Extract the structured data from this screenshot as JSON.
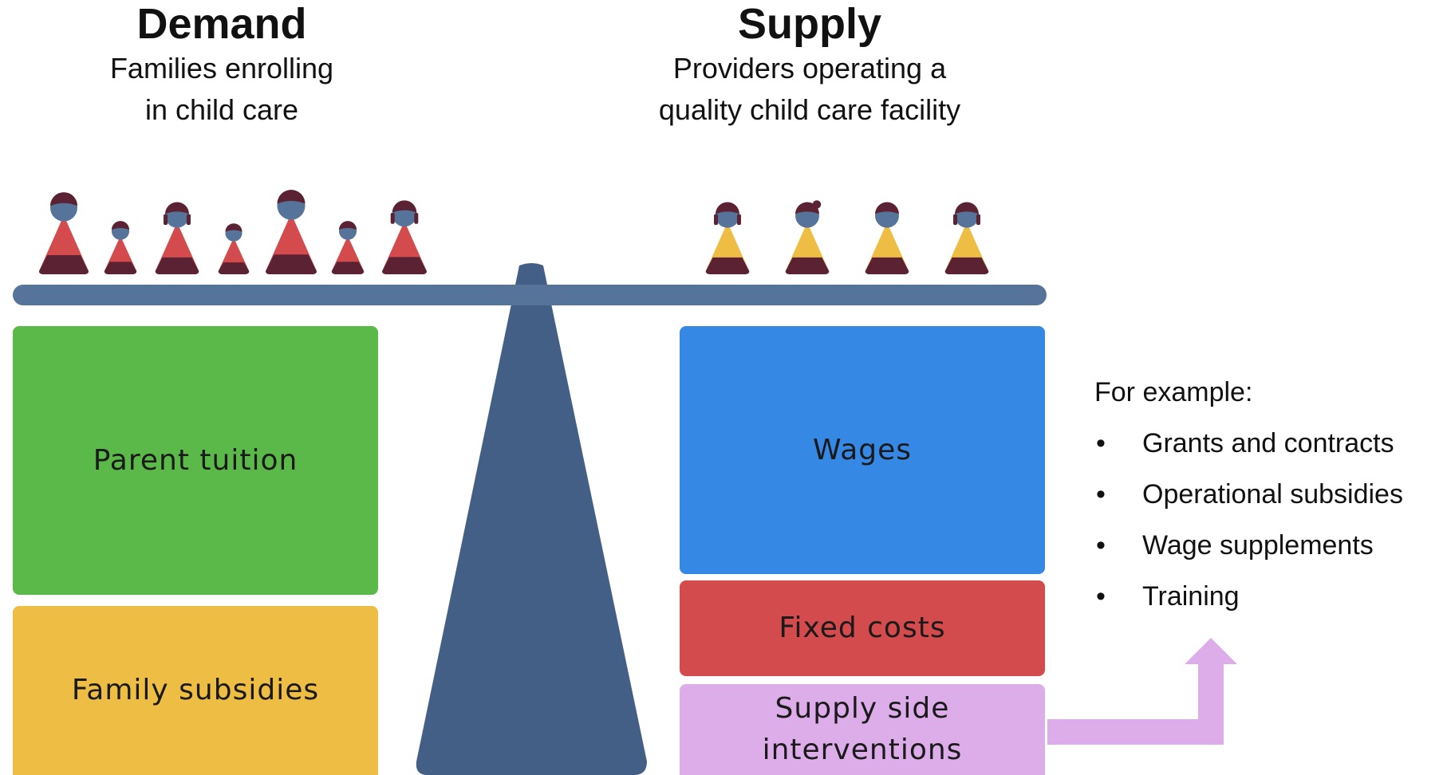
{
  "demand": {
    "title": "Demand",
    "subtitle_line1": "Families enrolling",
    "subtitle_line2": "in child care"
  },
  "supply": {
    "title": "Supply",
    "subtitle_line1": "Providers operating a",
    "subtitle_line2": "quality child care facility"
  },
  "blocks": {
    "parent_tuition": "Parent tuition",
    "family_subsidies": "Family subsidies",
    "wages": "Wages",
    "fixed_costs": "Fixed costs",
    "supply_side_line1": "Supply side",
    "supply_side_line2": "interventions"
  },
  "examples": {
    "heading": "For example:",
    "bullet": "•",
    "items": [
      "Grants and contracts",
      "Operational subsidies",
      "Wage supplements",
      "Training"
    ]
  },
  "colors": {
    "beam": "#56749A",
    "fulcrum": "#445F86",
    "parent_tuition": "#5BB94A",
    "family_subsidies": "#EEBD44",
    "wages": "#3688E5",
    "fixed_costs": "#D44B4E",
    "supply_side": "#DDADEA",
    "arrow": "#DDADEA",
    "figure_head": "#56749A",
    "figure_hair": "#5B2233",
    "figure_base": "#5B2233",
    "family_body": "#D44B4E",
    "provider_body": "#EEBD44"
  },
  "icons": {
    "family_figures": [
      "adult-icon",
      "child-icon",
      "adult-icon",
      "child-icon",
      "adult-icon",
      "child-icon",
      "adult-icon"
    ],
    "provider_figures": [
      "provider-icon",
      "provider-icon",
      "provider-icon",
      "provider-icon"
    ],
    "arrow": "arrow-up-icon"
  }
}
